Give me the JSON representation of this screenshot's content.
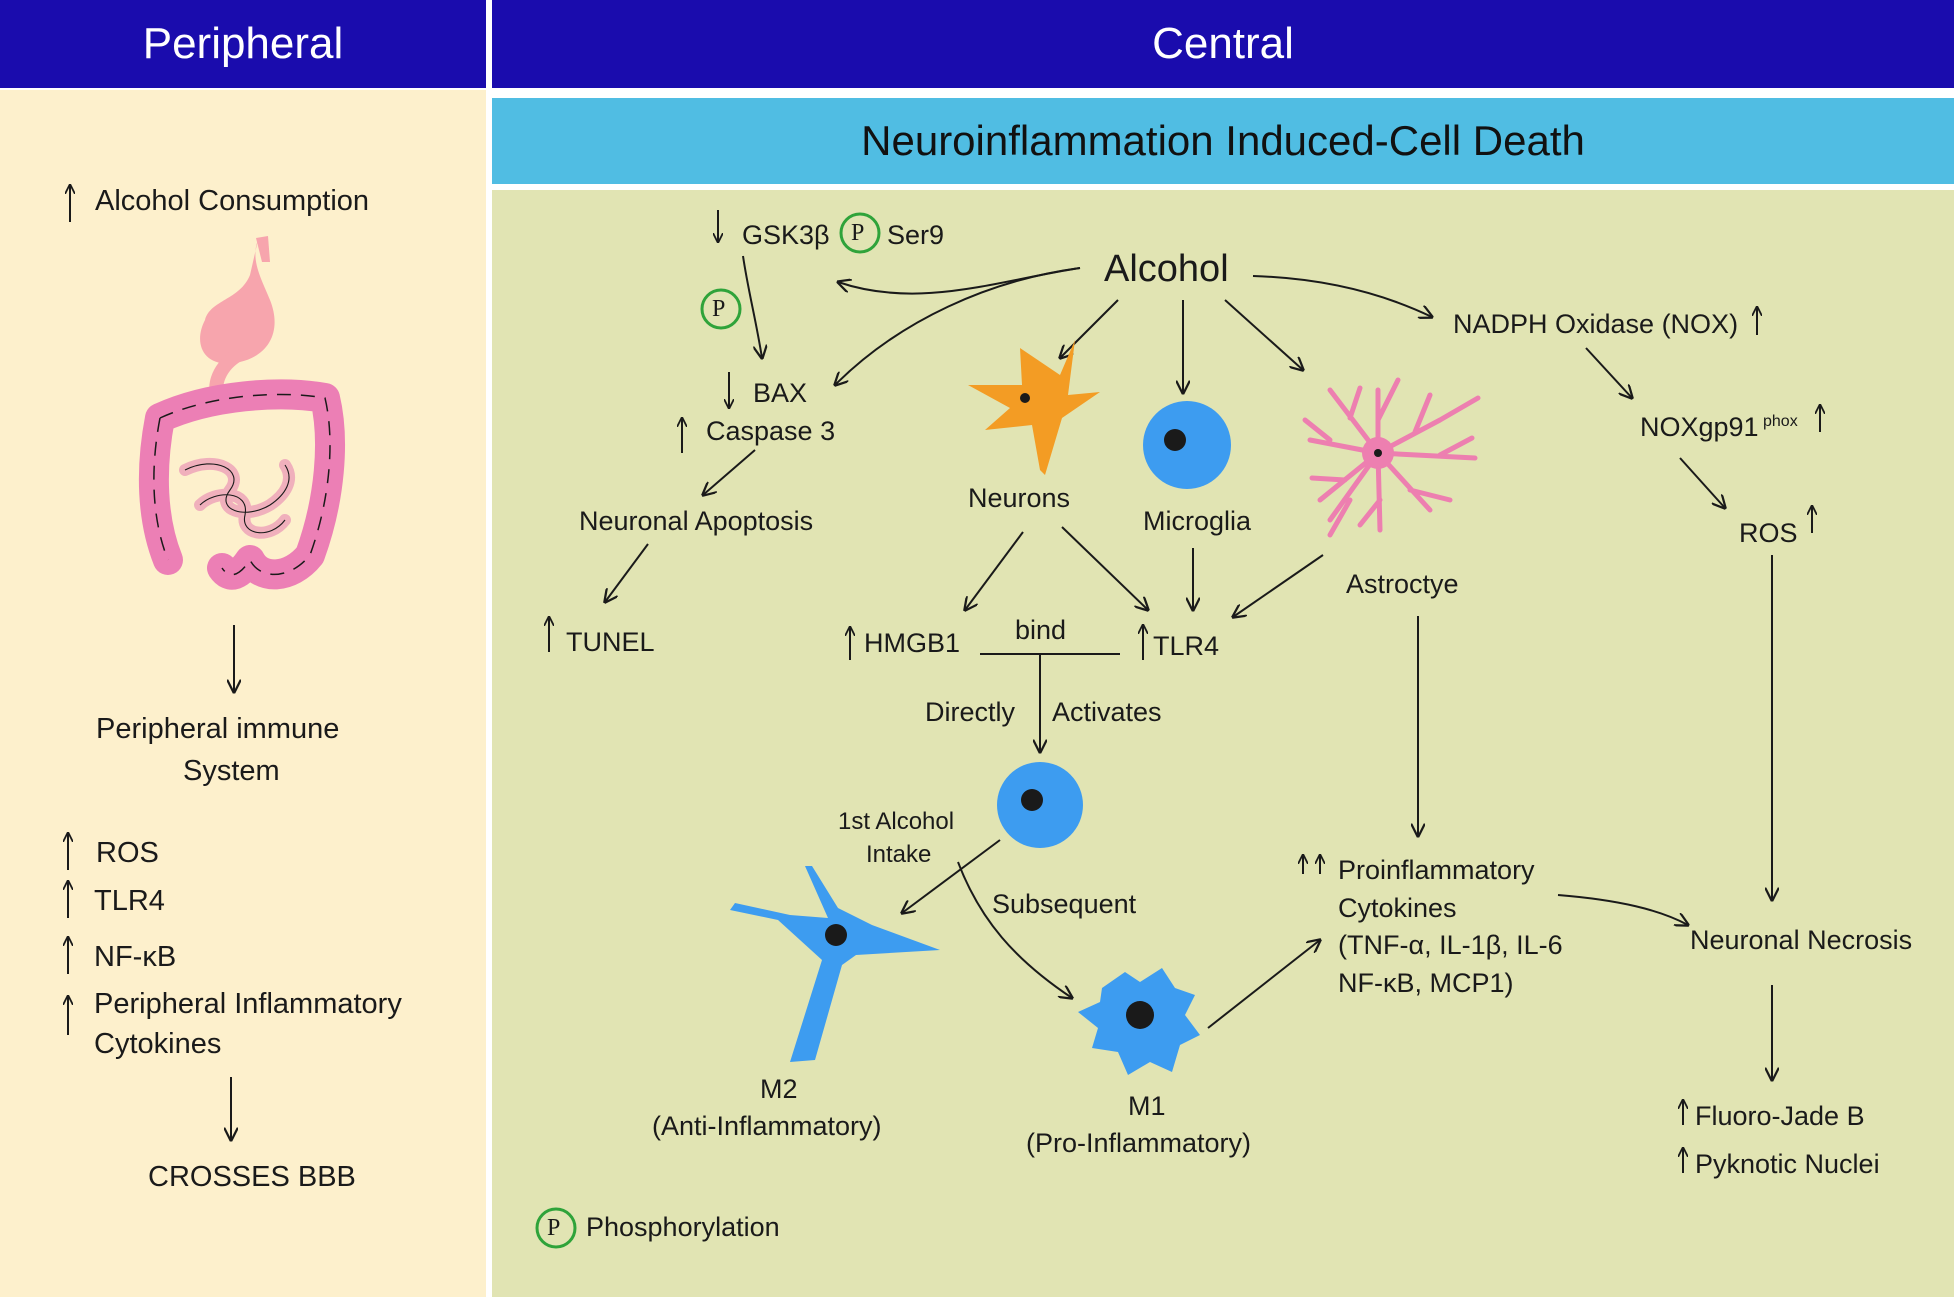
{
  "colors": {
    "header_bg": "#1a0cad",
    "subheader_bg": "#50bde3",
    "peripheral_bg": "#fdf0cc",
    "central_bg": "#e1e4b3",
    "cell_blue": "#3d9cf0",
    "neuron_orange": "#f39c24",
    "astrocyte_pink": "#ed7fb0",
    "phospho_green": "#2fa33a"
  },
  "headers": {
    "peripheral": "Peripheral",
    "central": "Central",
    "sub": "Neuroinflammation Induced-Cell Death"
  },
  "peripheral": {
    "alcohol": "Alcohol Consumption",
    "immune_l1": "Peripheral immune",
    "immune_l2": "System",
    "ros": "ROS",
    "tlr4": "TLR4",
    "nfkb": "NF-κB",
    "cyto_l1": "Peripheral Inflammatory",
    "cyto_l2": "Cytokines",
    "bbb": "CROSSES BBB"
  },
  "central": {
    "alcohol": "Alcohol",
    "gsk": "GSK3β",
    "p": "P",
    "ser9": "Ser9",
    "bax": "BAX",
    "caspase": "Caspase 3",
    "apoptosis": "Neuronal Apoptosis",
    "tunel": "TUNEL",
    "neurons": "Neurons",
    "microglia": "Microglia",
    "astro": "Astroctye",
    "hmgb1": "HMGB1",
    "bind": "bind",
    "tlr4": "TLR4",
    "directly": "Directly",
    "activates": "Activates",
    "first_l1": "1st Alcohol",
    "first_l2": "Intake",
    "subsequent": "Subsequent",
    "m2": "M2",
    "m2_sub": "(Anti-Inflammatory)",
    "m1": "M1",
    "m1_sub": "(Pro-Inflammatory)",
    "nadph": "NADPH Oxidase (NOX)",
    "nox": "NOXgp91",
    "phox": "phox",
    "ros": "ROS",
    "pro_l1": "Proinflammatory",
    "pro_l2": "Cytokines",
    "pro_l3": "(TNF-α, IL-1β, IL-6",
    "pro_l4": "NF-κB, MCP1)",
    "necrosis": "Neuronal Necrosis",
    "fluoro": "Fluoro-Jade B",
    "pyknotic": "Pyknotic Nuclei",
    "legend": "Phosphorylation"
  }
}
